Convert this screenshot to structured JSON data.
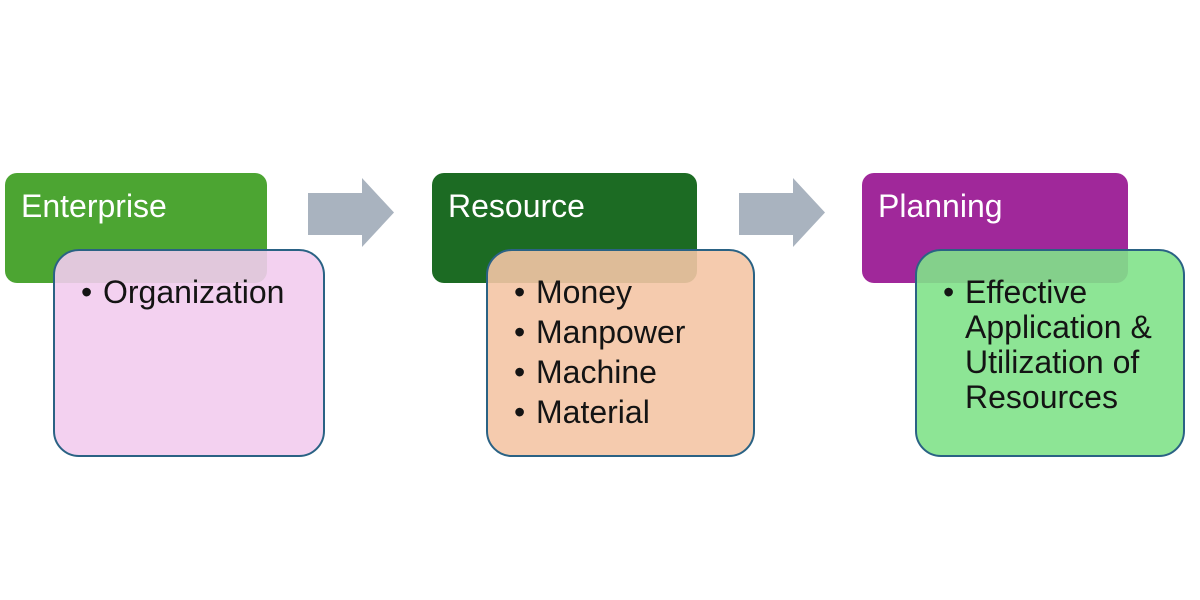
{
  "diagram": {
    "panels": [
      {
        "header": "Enterprise",
        "header_color": "#4ca532",
        "body_color": "rgba(242, 204, 238, 0.9)",
        "items": [
          "Organization"
        ]
      },
      {
        "header": "Resource",
        "header_color": "#1c6b23",
        "body_color": "rgba(244, 197, 165, 0.9)",
        "items": [
          "Money",
          "Manpower",
          "Machine",
          "Material"
        ]
      },
      {
        "header": "Planning",
        "header_color": "#a0289a",
        "body_color": "rgba(129, 226, 138, 0.9)",
        "items": [
          "Effective Application & Utilization of Resources"
        ]
      }
    ],
    "arrow_color": "#a9b3bf",
    "body_border_color": "#2a6284",
    "header_text_color": "#ffffff",
    "body_text_color": "#141414",
    "background_color": "#ffffff"
  }
}
